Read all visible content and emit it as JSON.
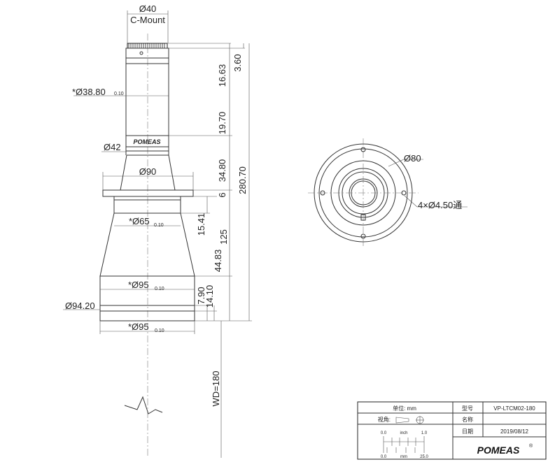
{
  "top_labels": {
    "d40": "Ø40",
    "cmount": "C-Mount"
  },
  "left_labels": {
    "d3880": "*Ø38.80",
    "tol3880": "0.10",
    "d42": "Ø42",
    "d90": "Ø90",
    "d65": "*Ø65",
    "tol65": "0.10",
    "d95a": "*Ø95",
    "tol95a": "0.10",
    "d9420": "Ø94.20",
    "d95b": "*Ø95",
    "tol95b": "0.10"
  },
  "right_dims": {
    "v360": "3.60",
    "v1663": "16.63",
    "v1970": "19.70",
    "v3480": "34.80",
    "v6": "6",
    "v28070": "280.70",
    "v1541": "15.41",
    "v125": "125",
    "v4483": "44.83",
    "v790": "7.90",
    "v1410": "14.10",
    "wd": "WD=180"
  },
  "brand_on_lens": "POMEAS",
  "front_view": {
    "d80": "Ø80",
    "holes": "4×Ø4.50通"
  },
  "title_block": {
    "unit_label": "单位: mm",
    "model_label": "型号",
    "model_value": "VP-LTCM02-180",
    "view_label": "视角:",
    "name_label": "名称",
    "date_label": "日期",
    "date_value": "2019/08/12",
    "scale_top": [
      "0.0",
      "inch",
      "1.0"
    ],
    "scale_bottom": [
      "0.0",
      "mm",
      "25.0"
    ],
    "logo": "POMEAS",
    "logo_mark": "®"
  }
}
